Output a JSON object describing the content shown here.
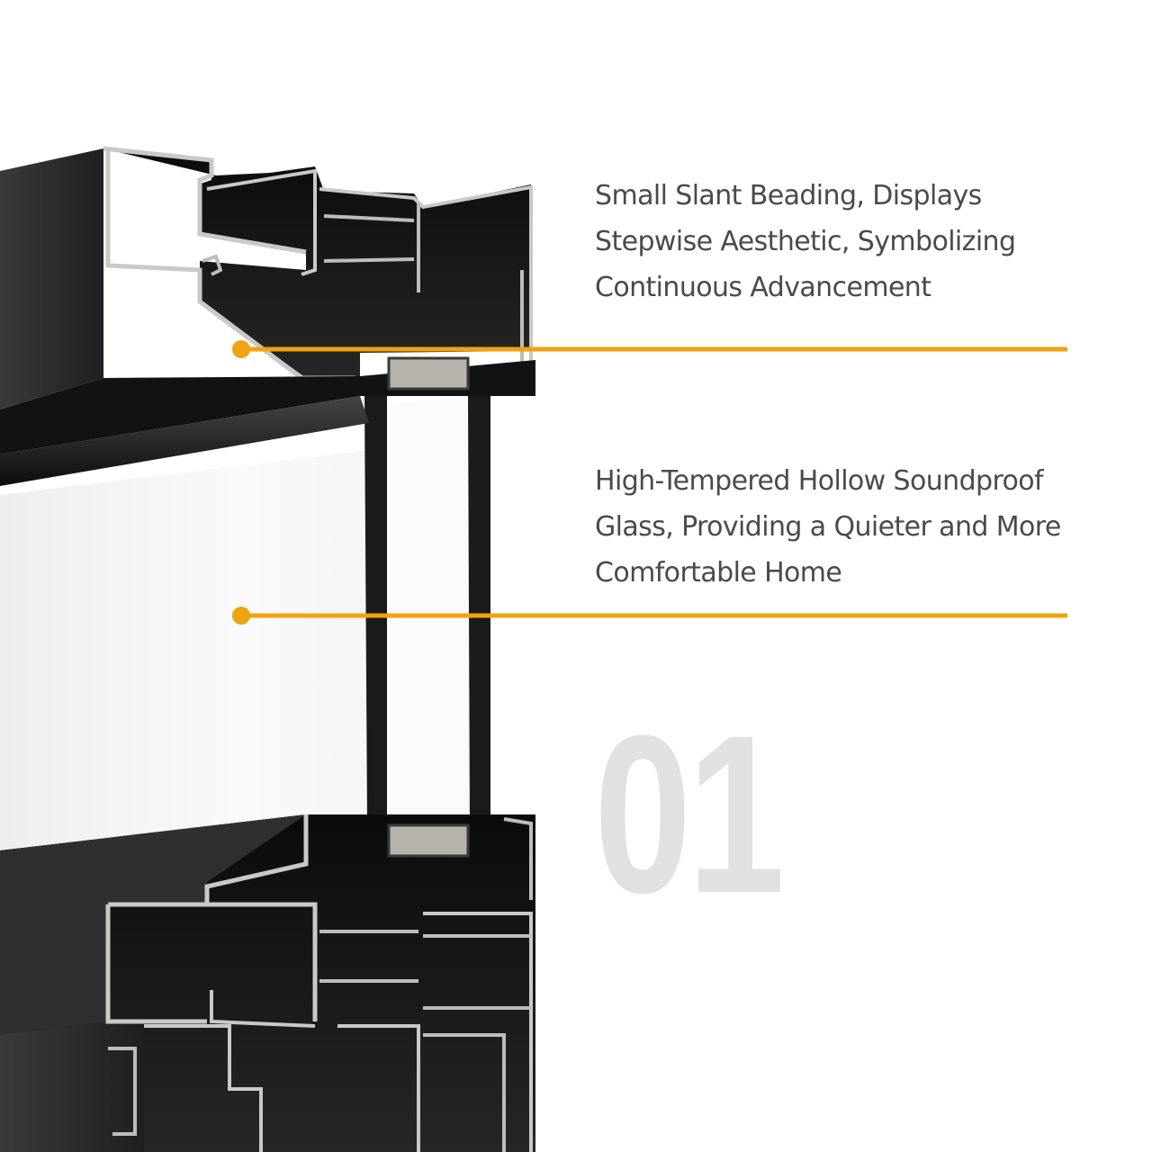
{
  "features": [
    {
      "text": "Small Slant Beading, Displays\nStepwise Aesthetic, Symbolizing\nContinuous Advancement"
    },
    {
      "text": "High-Tempered Hollow Soundproof\nGlass, Providing a Quieter and More\nComfortable Home"
    }
  ],
  "section_number": "01",
  "colors": {
    "accent": "#f0a313",
    "profile_dark": "#1b1b1b",
    "profile_face": "#2c2c2e",
    "aluminum_edge": "#c9c9c9",
    "glass": "#f4f4f4",
    "number": "#e1e1e1",
    "text": "#4a4a4a"
  }
}
